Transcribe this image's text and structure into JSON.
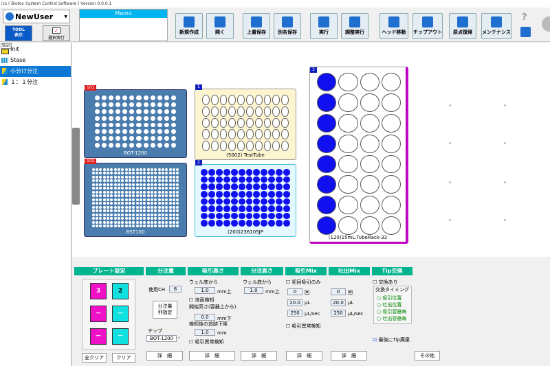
{
  "window": {
    "title": "ics ( Biotec System Control Software )  Version 0.0.0.1"
  },
  "user": {
    "name": "NewUser"
  },
  "header_buttons": {
    "tool": "TOOL\n表示",
    "select_run": "選択実行"
  },
  "memo": {
    "label": "Memo"
  },
  "toolbar": {
    "new": "新規作成",
    "open": "開く",
    "save": "上書保存",
    "save_as": "別名保存",
    "run": "実行",
    "adjust_run": "調整実行",
    "head_move": "ヘッド移動",
    "tip_out": "チップアウト",
    "home": "原点復帰",
    "maintenance": "メンテナンス"
  },
  "sidebar": {
    "start_badge": "Start",
    "items": [
      {
        "label": "Init"
      },
      {
        "label": "Stase"
      },
      {
        "label": "小分け分注"
      },
      {
        "label": "１：１分注"
      }
    ]
  },
  "plates": {
    "p101": {
      "num": "101",
      "label": "BOT-1200"
    },
    "p102": {
      "num": "102",
      "label": "BST100"
    },
    "p1": {
      "num": "1",
      "label": "(5002) TestTube"
    },
    "p2": {
      "num": "2",
      "label": "(200)236105JP"
    },
    "p3": {
      "num": "3",
      "label": "(120)15mL.TubeRack-32"
    }
  },
  "sections": {
    "plate": {
      "title": "プレート設定",
      "wells": [
        "3",
        "2",
        "－",
        "－",
        "－",
        "－"
      ],
      "clear_all": "全クリア",
      "clear": "クリア"
    },
    "dispense": {
      "title": "分注量",
      "use_ch_label": "使用CH",
      "use_ch": "8",
      "set_btn": "分注量\n列指定",
      "chip_label": "チップ",
      "chip": "BOT-1200"
    },
    "asp_height": {
      "title": "吸引高さ",
      "from_bottom": "ウェル底から",
      "val1": "1.0",
      "unit_up": "mm上",
      "liquid_detect": "液面検知",
      "start_height": "開始高さ(容器上から)",
      "val2": "0.0",
      "unit_down": "mm下",
      "follow": "検知後の追跡下降",
      "val3": "1.0",
      "unit_mm": "mm",
      "abnormal": "吸引異常検知"
    },
    "disp_height": {
      "title": "分注高さ",
      "from_bottom": "ウェル底から",
      "val1": "1.0",
      "unit_up": "mm上"
    },
    "asp_mix": {
      "title": "吸引Mix",
      "first_only": "初回吸引のみ",
      "count": "0",
      "unit_count": "回",
      "vol": "20.0",
      "unit_vol": "μL",
      "speed": "250",
      "unit_speed": "μL/sec",
      "abnormal": "吸引異常検知"
    },
    "out_mix": {
      "title": "吐出Mix",
      "count": "0",
      "unit_count": "回",
      "vol": "20.0",
      "unit_vol": "μL",
      "speed": "250",
      "unit_speed": "μL/sec"
    },
    "tip": {
      "title": "Tip交換",
      "exchange": "交換あり",
      "timing_label": "交換タイミング",
      "timings": [
        "吸引位置",
        "吐出位置",
        "吸引容器毎",
        "吐出容器毎"
      ],
      "last_discard": "最後にTip廃棄",
      "other": "その他"
    },
    "detail": "詳　細"
  }
}
